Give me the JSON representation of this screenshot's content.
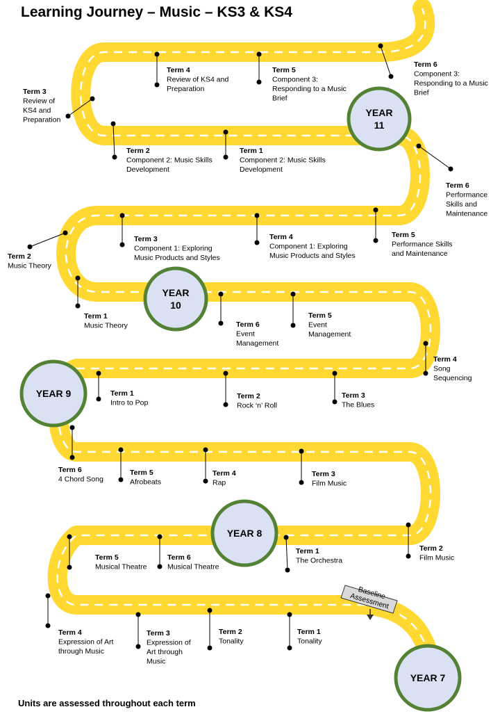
{
  "title": "Learning Journey – Music – KS3 & KS4",
  "footer": "Units are assessed throughout each term",
  "colors": {
    "road": "#FFD932",
    "dash": "#ffffff",
    "circle_fill": "#D9E1F2",
    "circle_ring": "#548235"
  },
  "badge": [
    "Baseline",
    "Assessment"
  ],
  "years": [
    {
      "id": "y11",
      "label": [
        "YEAR",
        "11"
      ]
    },
    {
      "id": "y10",
      "label": [
        "YEAR",
        "10"
      ]
    },
    {
      "id": "y9",
      "label": [
        "YEAR 9"
      ]
    },
    {
      "id": "y8",
      "label": [
        "YEAR 8"
      ]
    },
    {
      "id": "y7",
      "label": [
        "YEAR 7"
      ]
    }
  ],
  "terms": [
    {
      "id": "y11-t6",
      "term": "Term 6",
      "lines": [
        "Component 3:",
        "Responding to a Music",
        "Brief"
      ]
    },
    {
      "id": "y11-t5",
      "term": "Term 5",
      "lines": [
        "Component 3:",
        "Responding to a Music",
        "Brief"
      ]
    },
    {
      "id": "y11-t4",
      "term": "Term 4",
      "lines": [
        "Review of KS4 and",
        "Preparation"
      ]
    },
    {
      "id": "y11-t3",
      "term": "Term 3",
      "lines": [
        "Review of",
        "KS4 and",
        "Preparation"
      ]
    },
    {
      "id": "y11-t2",
      "term": "Term 2",
      "lines": [
        "Component 2: Music Skills",
        "Development"
      ]
    },
    {
      "id": "y11-t1",
      "term": "Term 1",
      "lines": [
        "Component 2: Music Skills",
        "Development"
      ]
    },
    {
      "id": "y10-t6",
      "term": "Term 6",
      "lines": [
        "Performance",
        "Skills and",
        "Maintenance"
      ]
    },
    {
      "id": "y10-t5",
      "term": "Term 5",
      "lines": [
        "Performance Skills",
        "and Maintenance"
      ]
    },
    {
      "id": "y10-t4",
      "term": "Term 4",
      "lines": [
        "Component 1: Exploring",
        "Music Products and Styles"
      ]
    },
    {
      "id": "y10-t3",
      "term": "Term 3",
      "lines": [
        "Component 1: Exploring",
        "Music Products and Styles"
      ]
    },
    {
      "id": "y10-t2",
      "term": "Term 2",
      "lines": [
        "Music Theory"
      ]
    },
    {
      "id": "y10-t1",
      "term": "Term 1",
      "lines": [
        "Music Theory"
      ]
    },
    {
      "id": "y9-t6",
      "term": "Term 6",
      "lines": [
        "Event",
        "Management"
      ]
    },
    {
      "id": "y9-t5",
      "term": "Term 5",
      "lines": [
        "Event",
        "Management"
      ]
    },
    {
      "id": "y9-t4",
      "term": "Term 4",
      "lines": [
        "Song",
        "Sequencing"
      ]
    },
    {
      "id": "y9-t3",
      "term": "Term 3",
      "lines": [
        "The Blues"
      ]
    },
    {
      "id": "y9-t2",
      "term": "Term 2",
      "lines": [
        "Rock ‘n’ Roll"
      ]
    },
    {
      "id": "y9-t1",
      "term": "Term 1",
      "lines": [
        "Intro to Pop"
      ]
    },
    {
      "id": "y8-t6",
      "term": "Term 6",
      "lines": [
        "4 Chord Song"
      ]
    },
    {
      "id": "y8-t5",
      "term": "Term 5",
      "lines": [
        "Afrobeats"
      ]
    },
    {
      "id": "y8-t4",
      "term": "Term 4",
      "lines": [
        "Rap"
      ]
    },
    {
      "id": "y8-t3",
      "term": "Term 3",
      "lines": [
        "Film Music"
      ]
    },
    {
      "id": "y8-t2",
      "term": "Term 2",
      "lines": [
        "Film Music"
      ]
    },
    {
      "id": "y8-t1",
      "term": "Term 1",
      "lines": [
        "The Orchestra"
      ]
    },
    {
      "id": "y7-t6",
      "term": "Term 6",
      "lines": [
        "Musical Theatre"
      ]
    },
    {
      "id": "y7-t5",
      "term": "Term 5",
      "lines": [
        "Musical Theatre"
      ]
    },
    {
      "id": "y7-t4",
      "term": "Term 4",
      "lines": [
        "Expression of Art",
        "through Music"
      ]
    },
    {
      "id": "y7-t3",
      "term": "Term 3",
      "lines": [
        "Expression of",
        "Art through",
        "Music"
      ]
    },
    {
      "id": "y7-t2",
      "term": "Term 2",
      "lines": [
        "Tonality"
      ]
    },
    {
      "id": "y7-t1",
      "term": "Term 1",
      "lines": [
        "Tonality"
      ]
    }
  ]
}
